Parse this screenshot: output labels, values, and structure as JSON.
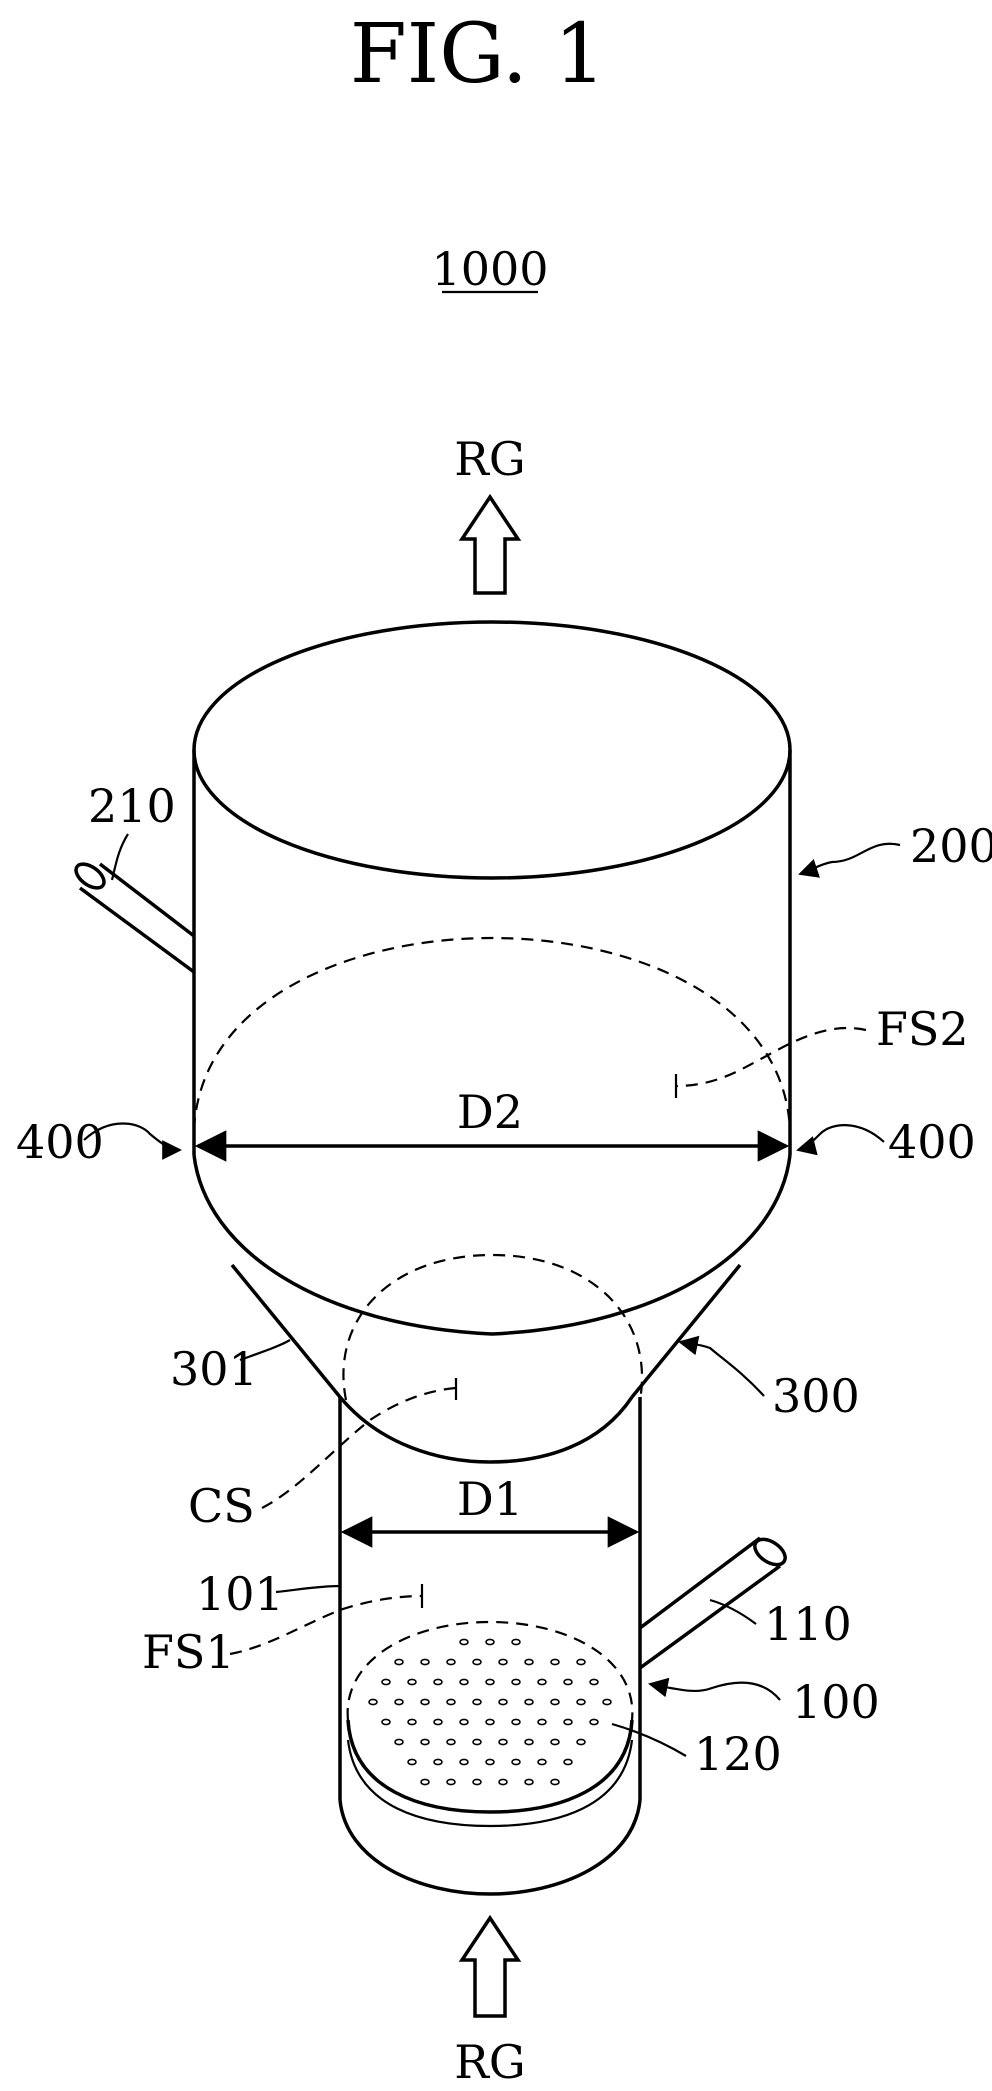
{
  "figure": {
    "title": "FIG. 1",
    "assembly_ref": "1000"
  },
  "flow": {
    "top_label": "RG",
    "bottom_label": "RG"
  },
  "labels": {
    "upper_vessel": "200",
    "upper_inlet_pipe": "210",
    "upper_free_space": "FS2",
    "diameter_upper": "D2",
    "junction_left": "400",
    "junction_right": "400",
    "cone_wall": "301",
    "cone": "300",
    "cone_space": "CS",
    "diameter_lower": "D1",
    "lower_wall": "101",
    "lower_free_space": "FS1",
    "lower_inlet_pipe": "110",
    "lower_vessel": "100",
    "distributor_plate": "120"
  }
}
